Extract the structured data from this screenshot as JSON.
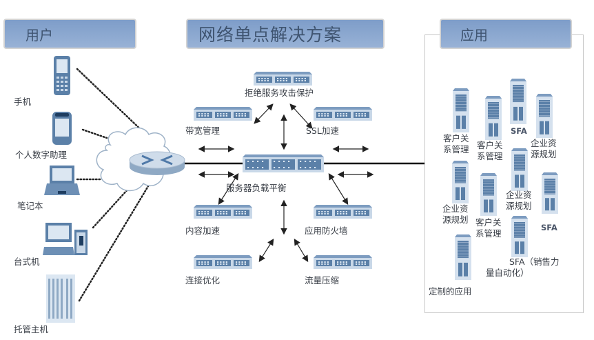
{
  "title": "网络单点解决方案",
  "sections": {
    "users": "用户",
    "apps": "应用"
  },
  "devices": [
    {
      "name": "手机",
      "icon": "mobile-phone-icon"
    },
    {
      "name": "个人数字助理",
      "icon": "pda-icon"
    },
    {
      "name": "笔记本",
      "icon": "laptop-icon"
    },
    {
      "name": "台式机",
      "icon": "desktop-computer-icon"
    },
    {
      "name": "托管主机",
      "icon": "hosting-building-icon"
    }
  ],
  "network": {
    "cloud": "internet-cloud-icon",
    "router": "router-icon"
  },
  "switches": {
    "center": "服务器负载平衡",
    "dos": "拒绝服务攻击保护",
    "bandwidth": "带宽管理",
    "ssl": "SSL加速",
    "content": "内容加速",
    "firewall": "应用防火墙",
    "connection": "连接优化",
    "compression": "流量压缩"
  },
  "servers": [
    {
      "label": "客户关系管理"
    },
    {
      "label": "客户关系管理"
    },
    {
      "label": "SFA"
    },
    {
      "label": "企业资源规划"
    },
    {
      "label": "企业资源规划"
    },
    {
      "label": "客户关系管理"
    },
    {
      "label": "企业资源规划"
    },
    {
      "label": "SFA"
    },
    {
      "label": "SFA（销售力量自动化）"
    },
    {
      "label": "定制的应用"
    }
  ],
  "colors": {
    "header_fill": "#8aa8d0",
    "icon_blue": "#5b80a8",
    "icon_light": "#c9d8e8"
  }
}
